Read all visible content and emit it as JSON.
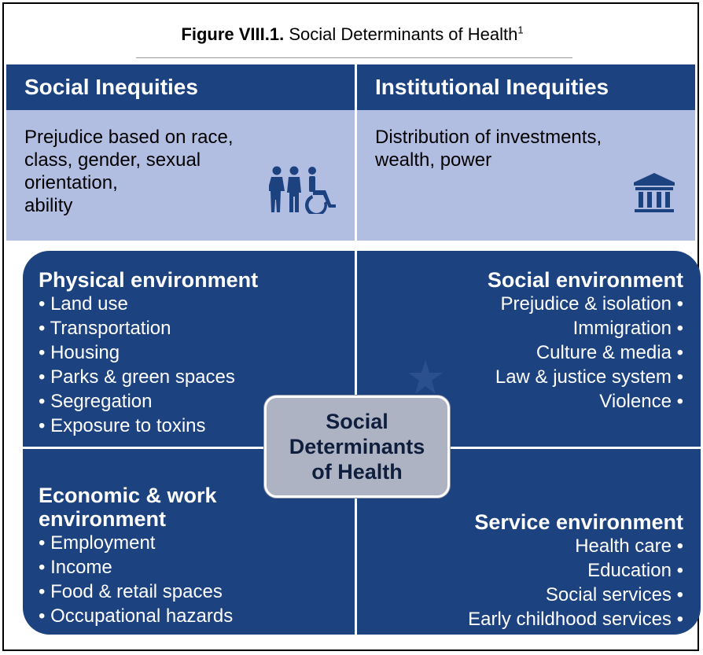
{
  "figure": {
    "title_bold": "Figure VIII.1.",
    "title_rest": " Social Determinants of Health",
    "footnote_mark": "1"
  },
  "top": {
    "left_header": "Social Inequities",
    "right_header": "Institutional Inequities",
    "left_body": "Prejudice based on race,\nclass, gender, sexual\norientation,\nability",
    "right_body": "Distribution of investments,\nwealth, power",
    "left_icon": "people-accessibility-icon",
    "right_icon": "bank-building-icon"
  },
  "quadrants": {
    "physical": {
      "title": "Physical environment",
      "items": [
        "• Land use",
        "• Transportation",
        "• Housing",
        "• Parks & green spaces",
        "• Segregation",
        "• Exposure to toxins"
      ]
    },
    "social": {
      "title": "Social environment",
      "items": [
        "Prejudice & isolation •",
        "Immigration •",
        "Culture & media •",
        "Law & justice system •",
        "Violence •"
      ]
    },
    "economic": {
      "title": "Economic & work\nenvironment",
      "items": [
        "• Employment",
        "• Income",
        "• Food & retail spaces",
        "• Occupational hazards"
      ]
    },
    "service": {
      "title": "Service environment",
      "items": [
        "Health care •",
        "Education •",
        "Social services •",
        "Early childhood services •"
      ]
    }
  },
  "center": {
    "label": "Social\nDeterminants\nof Health"
  },
  "colors": {
    "header_blue": "#1c4280",
    "panel_lavender": "#b2bde2",
    "center_gray": "#aeb3c4"
  }
}
